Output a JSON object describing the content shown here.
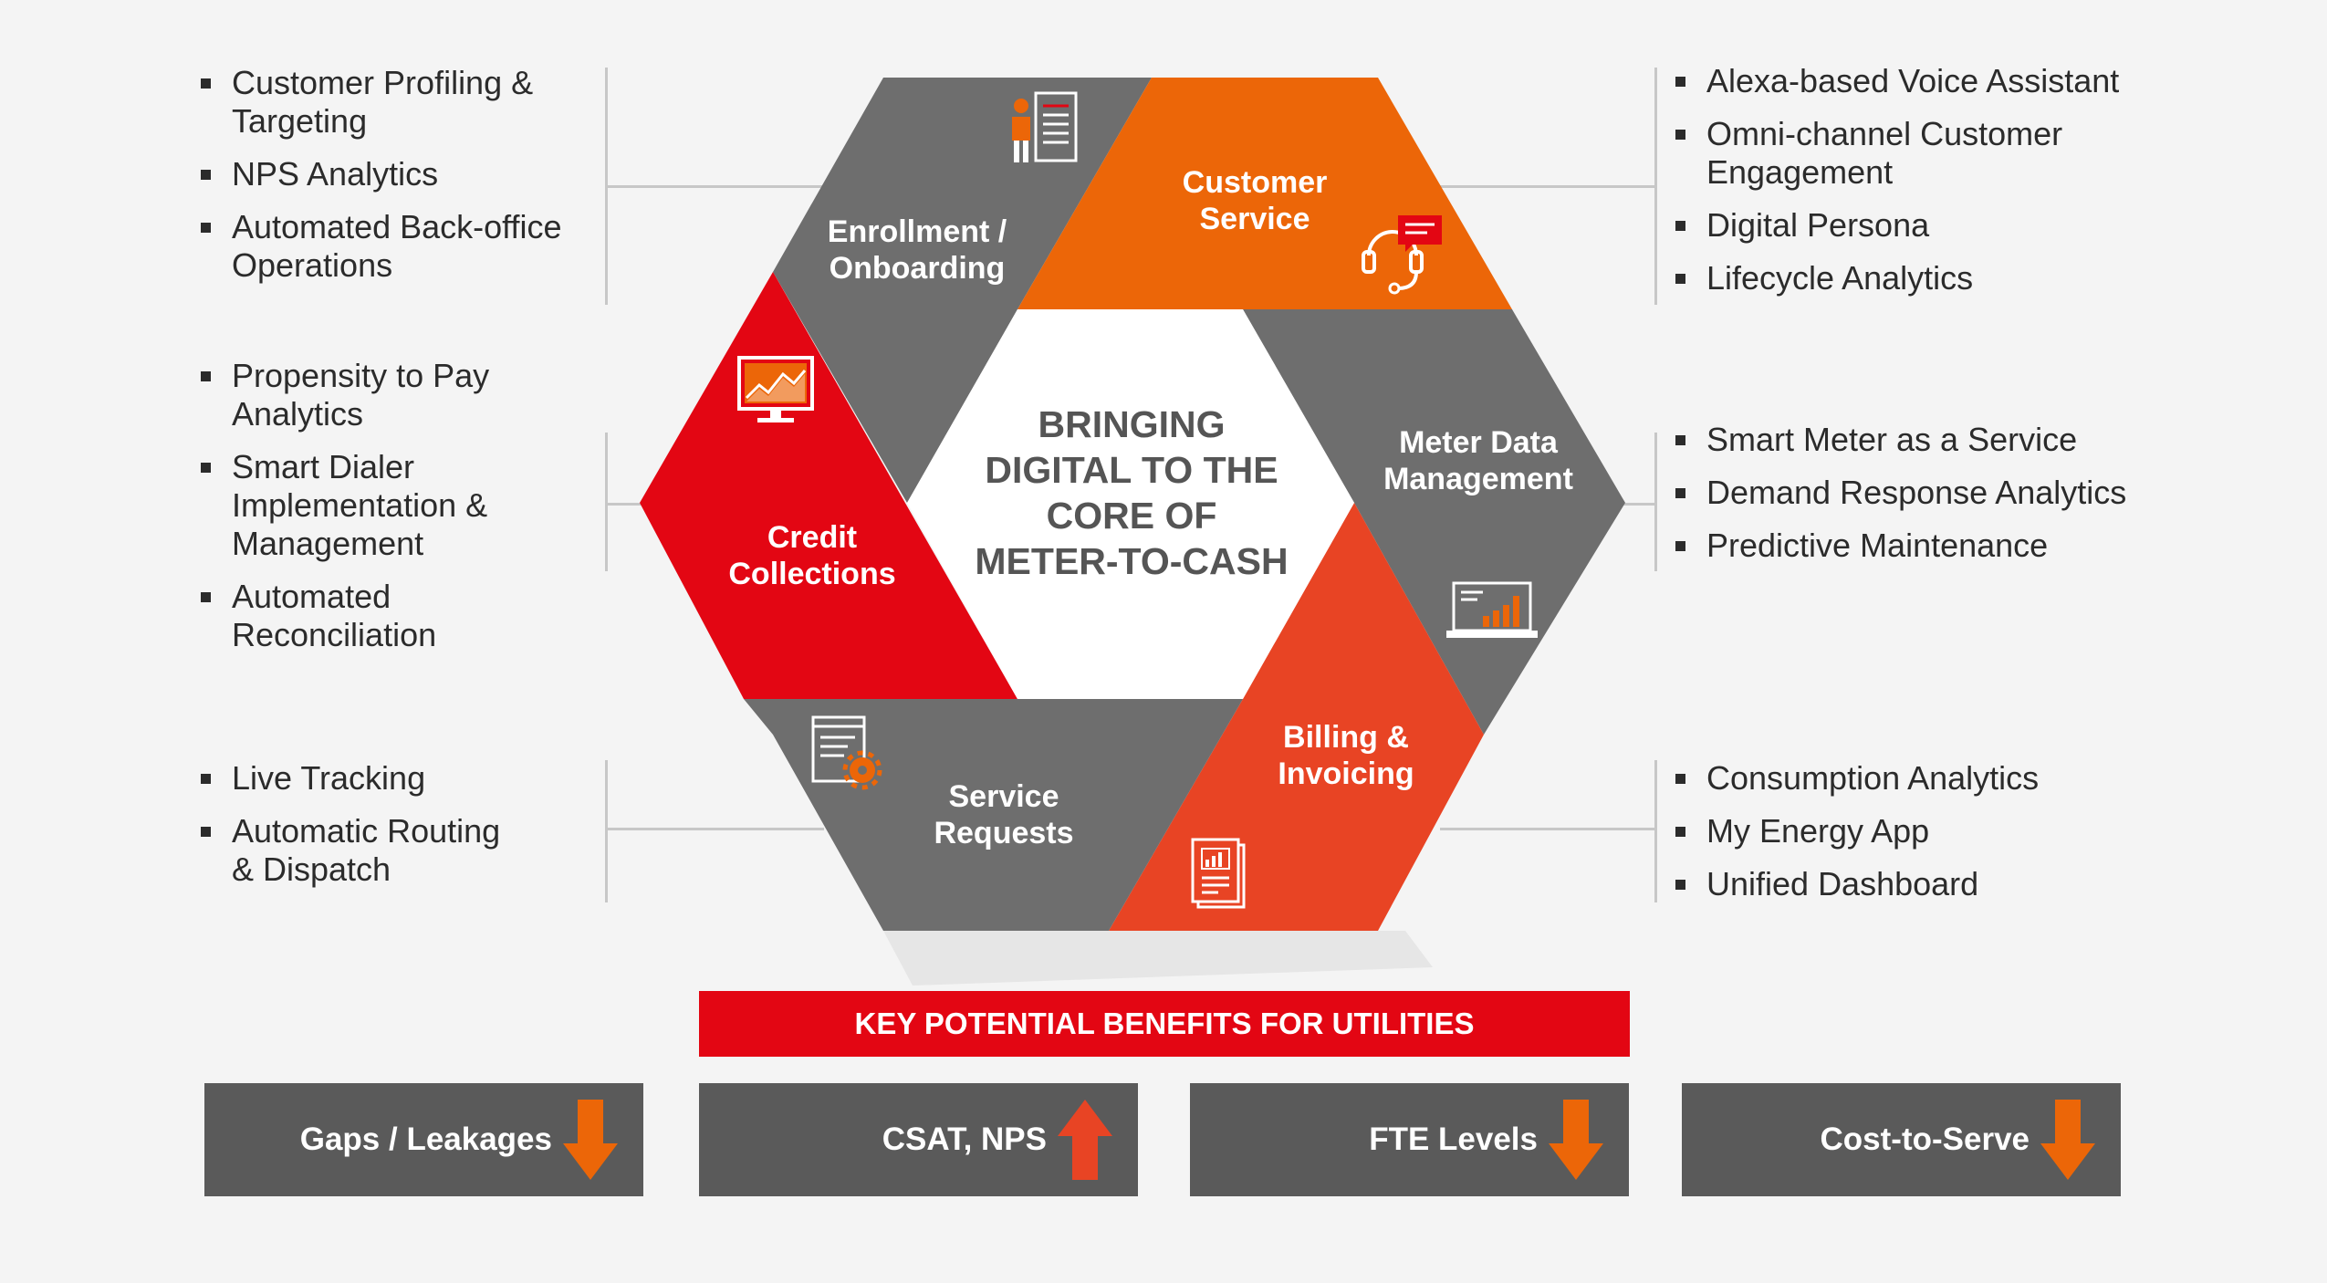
{
  "center_title": "BRINGING\nDIGITAL TO THE\nCORE OF\nMETER-TO-CASH",
  "segments": {
    "enrollment": "Enrollment /\nOnboarding",
    "customer_service": "Customer\nService",
    "meter_data": "Meter Data\nManagement",
    "billing": "Billing &\nInvoicing",
    "service_requests": "Service\nRequests",
    "credit": "Credit\nCollections"
  },
  "lists": {
    "enrollment": [
      "Customer Profiling &\nTargeting",
      "NPS Analytics",
      "Automated Back-office\nOperations"
    ],
    "credit": [
      "Propensity to Pay\nAnalytics",
      "Smart Dialer\nImplementation &\nManagement",
      "Automated\nReconciliation"
    ],
    "service_requests": [
      "Live Tracking",
      "Automatic Routing\n& Dispatch"
    ],
    "customer_service": [
      "Alexa-based Voice Assistant",
      "Omni-channel Customer\nEngagement",
      "Digital Persona",
      "Lifecycle Analytics"
    ],
    "meter_data": [
      "Smart Meter as a Service",
      "Demand Response Analytics",
      "Predictive Maintenance"
    ],
    "billing": [
      "Consumption Analytics",
      "My Energy App",
      "Unified Dashboard"
    ]
  },
  "benefits_title": "KEY POTENTIAL BENEFITS FOR UTILITIES",
  "benefits": [
    {
      "label": "Gaps / Leakages",
      "direction": "down"
    },
    {
      "label": "CSAT, NPS",
      "direction": "up"
    },
    {
      "label": "FTE Levels",
      "direction": "down"
    },
    {
      "label": "Cost-to-Serve",
      "direction": "down"
    }
  ],
  "colors": {
    "gray": "#6e6e6e",
    "orange": "#ec6608",
    "red": "#e30613",
    "red_orange": "#e84424",
    "arrow_down": "#ec6608",
    "arrow_up": "#e84424"
  },
  "icons": {
    "enrollment": "document-person-icon",
    "customer_service": "headset-chat-icon",
    "meter_data": "laptop-chart-icon",
    "billing": "invoice-chart-icon",
    "service_requests": "document-gear-icon",
    "credit": "monitor-chart-icon"
  }
}
